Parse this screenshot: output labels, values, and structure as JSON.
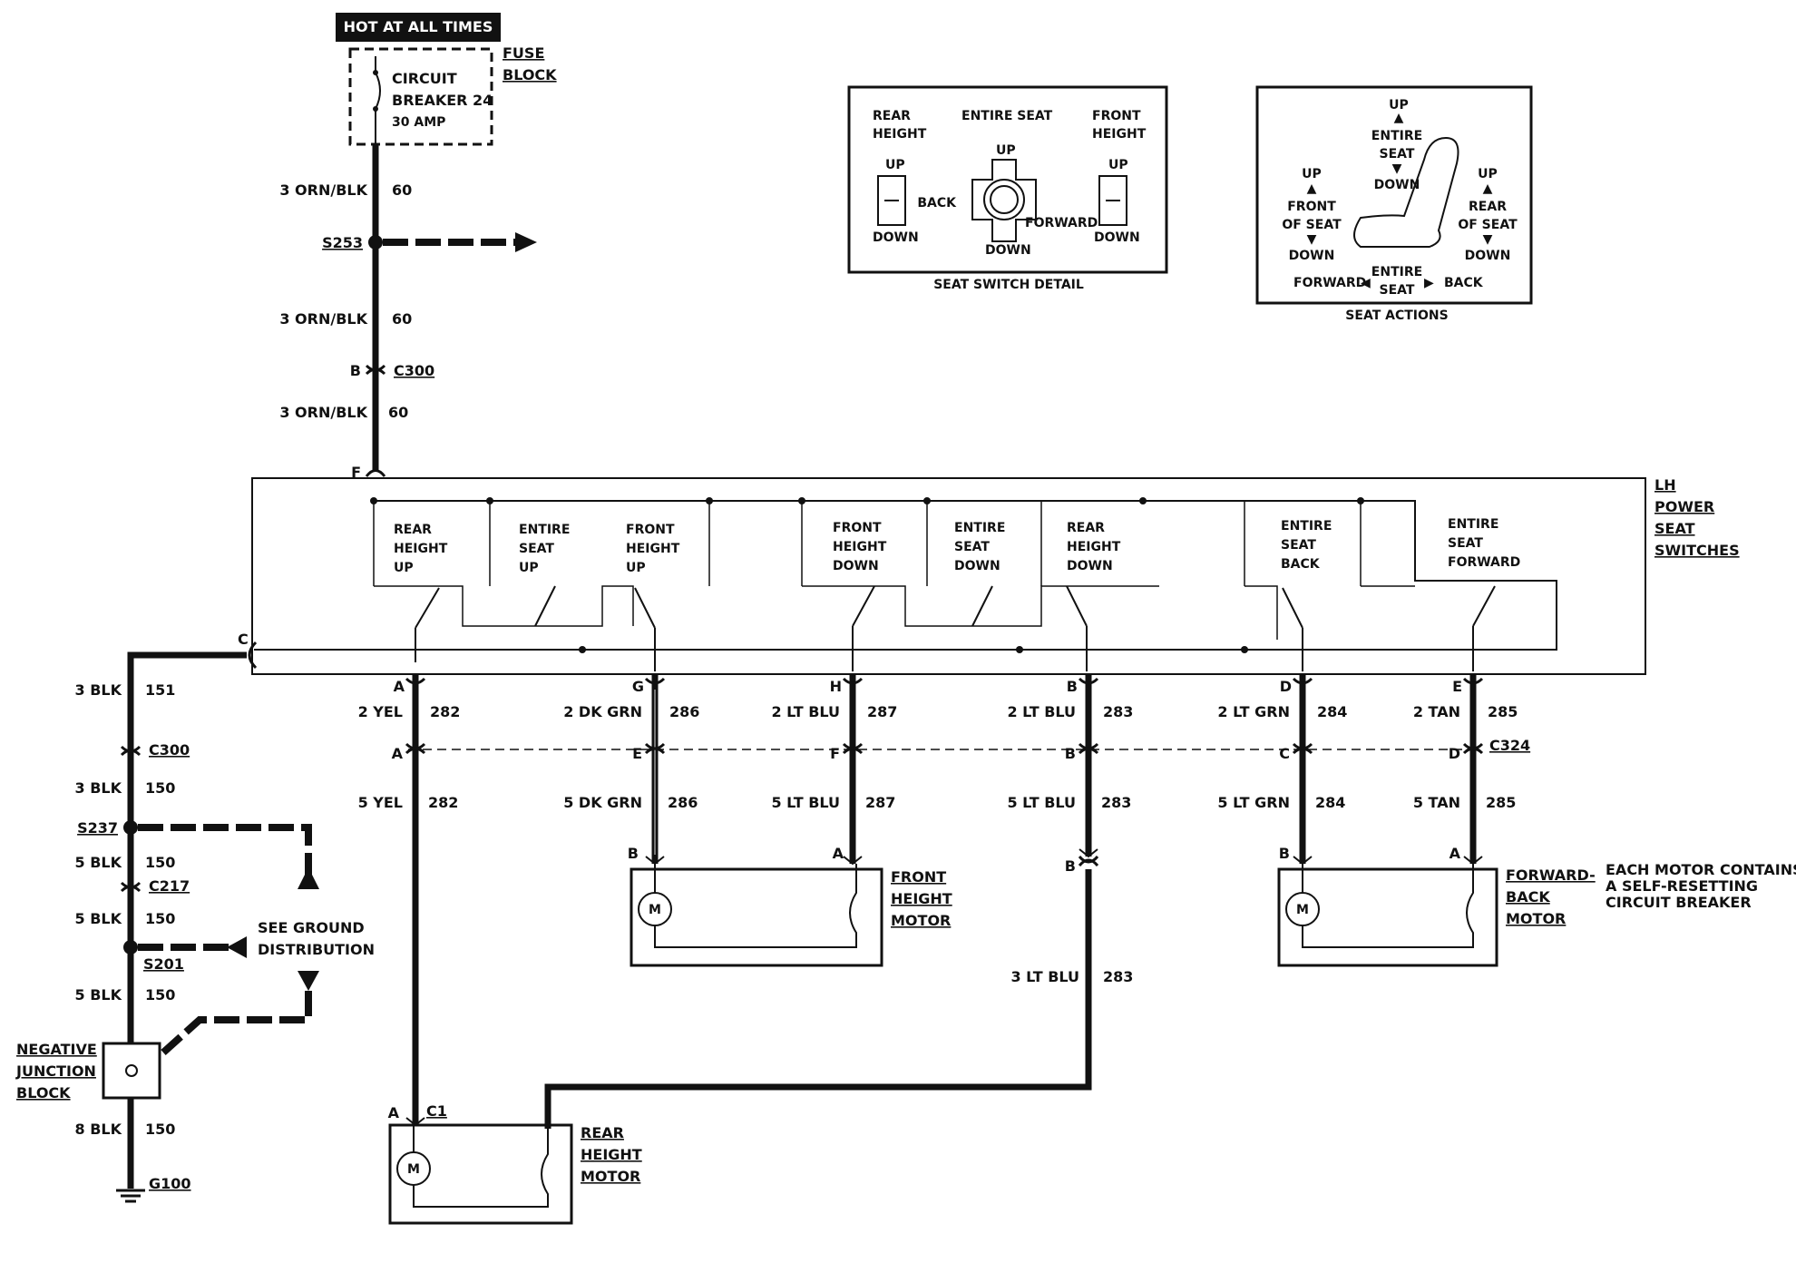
{
  "power": {
    "hot_label": "HOT AT ALL TIMES",
    "fuse_block": [
      "FUSE",
      "BLOCK"
    ],
    "breaker": [
      "CIRCUIT",
      "BREAKER 24",
      "30 AMP"
    ],
    "wire1": {
      "gauge": "3 ORN/BLK",
      "circuit": "60"
    },
    "wire2": {
      "gauge": "3 ORN/BLK",
      "circuit": "60"
    },
    "wire3": {
      "gauge": "3 ORN/BLK",
      "circuit": "60"
    },
    "splice": "S253",
    "conn_pin": "B",
    "conn": "C300",
    "switch_pin_f": "F",
    "switch_pin_c": "C"
  },
  "switch_unit": {
    "title": [
      "LH",
      "POWER",
      "SEAT",
      "SWITCHES"
    ],
    "switches": [
      {
        "lines": [
          "REAR",
          "HEIGHT",
          "UP"
        ]
      },
      {
        "lines": [
          "ENTIRE",
          "SEAT",
          "UP"
        ]
      },
      {
        "lines": [
          "FRONT",
          "HEIGHT",
          "UP"
        ]
      },
      {
        "lines": [
          "FRONT",
          "HEIGHT",
          "DOWN"
        ]
      },
      {
        "lines": [
          "ENTIRE",
          "SEAT",
          "DOWN"
        ]
      },
      {
        "lines": [
          "REAR",
          "HEIGHT",
          "DOWN"
        ]
      },
      {
        "lines": [
          "ENTIRE",
          "SEAT",
          "BACK"
        ]
      },
      {
        "lines": [
          "ENTIRE",
          "SEAT",
          "FORWARD"
        ]
      }
    ]
  },
  "outputs": [
    {
      "pin_top": "A",
      "upper_wire": "2 YEL",
      "upper_circ": "282",
      "pin_mid": "A",
      "lower_wire": "5 YEL",
      "lower_circ": "282"
    },
    {
      "pin_top": "G",
      "upper_wire": "2 DK GRN",
      "upper_circ": "286",
      "pin_mid": "E",
      "lower_wire": "5 DK GRN",
      "lower_circ": "286"
    },
    {
      "pin_top": "H",
      "upper_wire": "2 LT BLU",
      "upper_circ": "287",
      "pin_mid": "F",
      "lower_wire": "5 LT BLU",
      "lower_circ": "287"
    },
    {
      "pin_top": "B",
      "upper_wire": "2 LT BLU",
      "upper_circ": "283",
      "pin_mid": "B",
      "lower_wire": "5 LT BLU",
      "lower_circ": "283"
    },
    {
      "pin_top": "D",
      "upper_wire": "2 LT GRN",
      "upper_circ": "284",
      "pin_mid": "C",
      "lower_wire": "5 LT GRN",
      "lower_circ": "284"
    },
    {
      "pin_top": "E",
      "upper_wire": "2 TAN",
      "upper_circ": "285",
      "pin_mid": "D",
      "lower_wire": "5 TAN",
      "lower_circ": "285"
    }
  ],
  "c324": "C324",
  "rear_lower": {
    "pin": "B",
    "wire": "3 LT BLU",
    "circ": "283"
  },
  "motors": {
    "front_height": {
      "name": [
        "FRONT",
        "HEIGHT",
        "MOTOR"
      ],
      "pin_b": "B",
      "pin_a": "A",
      "m": "M"
    },
    "forward_back": {
      "name": [
        "FORWARD-",
        "BACK",
        "MOTOR"
      ],
      "pin_b": "B",
      "pin_a": "A",
      "m": "M"
    },
    "rear_height": {
      "name": [
        "REAR",
        "HEIGHT",
        "MOTOR"
      ],
      "pin_a": "A",
      "conn": "C1",
      "m": "M"
    }
  },
  "motor_note": [
    "EACH MOTOR CONTAINS",
    "A SELF-RESETTING",
    "CIRCUIT BREAKER"
  ],
  "ground": {
    "w1": {
      "gauge": "3 BLK",
      "circuit": "151"
    },
    "c300": "C300",
    "w2": {
      "gauge": "3 BLK",
      "circuit": "150"
    },
    "s237": "S237",
    "w3": {
      "gauge": "5 BLK",
      "circuit": "150"
    },
    "c217": "C217",
    "w4": {
      "gauge": "5 BLK",
      "circuit": "150"
    },
    "see": [
      "SEE GROUND",
      "DISTRIBUTION"
    ],
    "s201": "S201",
    "w5": {
      "gauge": "5 BLK",
      "circuit": "150"
    },
    "njb": [
      "NEGATIVE",
      "JUNCTION",
      "BLOCK"
    ],
    "w6": {
      "gauge": "8 BLK",
      "circuit": "150"
    },
    "g100": "G100"
  },
  "seat_switch_detail": {
    "caption": "SEAT SWITCH DETAIL",
    "rear_height": [
      "REAR",
      "HEIGHT"
    ],
    "entire_seat": "ENTIRE SEAT",
    "front_height": [
      "FRONT",
      "HEIGHT"
    ],
    "up": "UP",
    "down": "DOWN",
    "back": "BACK",
    "forward": "FORWARD"
  },
  "seat_actions": {
    "caption": "SEAT ACTIONS",
    "up": "UP",
    "entire_seat": [
      "ENTIRE",
      "SEAT"
    ],
    "down": "DOWN",
    "front_of_seat": [
      "FRONT",
      "OF SEAT"
    ],
    "rear_of_seat": [
      "REAR",
      "OF SEAT"
    ],
    "forward": "FORWARD",
    "back": "BACK"
  }
}
